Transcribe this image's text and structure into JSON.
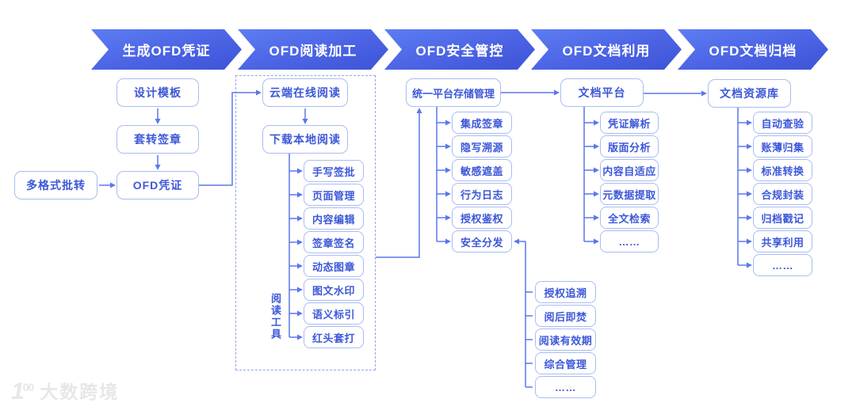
{
  "stages": [
    {
      "title": "生成OFD凭证"
    },
    {
      "title": "OFD阅读加工"
    },
    {
      "title": "OFD安全管控"
    },
    {
      "title": "OFD文档利用"
    },
    {
      "title": "OFD文档归档"
    }
  ],
  "flow": {
    "col1": {
      "design": "设计模板",
      "stamp": "套转签章",
      "voucher": "OFD凭证",
      "multi": "多格式批转"
    },
    "col2": {
      "cloud": "云端在线阅读",
      "local": "下载本地阅读",
      "tools_label": "阅读工具",
      "tools": [
        "手写签批",
        "页面管理",
        "内容编辑",
        "签章签名",
        "动态图章",
        "图文水印",
        "语义标引",
        "红头套打"
      ]
    },
    "col3": {
      "main": "统一平台存储管理",
      "items": [
        "集成签章",
        "隐写溯源",
        "敏感遮盖",
        "行为日志",
        "授权鉴权",
        "安全分发"
      ],
      "sub": [
        "授权追溯",
        "阅后即焚",
        "阅读有效期",
        "综合管理",
        "……"
      ]
    },
    "col4": {
      "main": "文档平台",
      "items": [
        "凭证解析",
        "版面分析",
        "内容自适应",
        "元数据提取",
        "全文检索",
        "……"
      ]
    },
    "col5": {
      "main": "文档资源库",
      "items": [
        "自动查验",
        "账薄归集",
        "标准转换",
        "合规封装",
        "归档戳记",
        "共享利用",
        "……"
      ]
    }
  },
  "watermark": {
    "logo": "1",
    "logo_sup": "00",
    "brand": "大数跨境"
  },
  "colors": {
    "banner_top": "#5d7ef2",
    "banner_bottom": "#3e53d6",
    "box_border": "#a9bcf3",
    "box_text": "#3d58d8",
    "line": "#5b77eb"
  }
}
